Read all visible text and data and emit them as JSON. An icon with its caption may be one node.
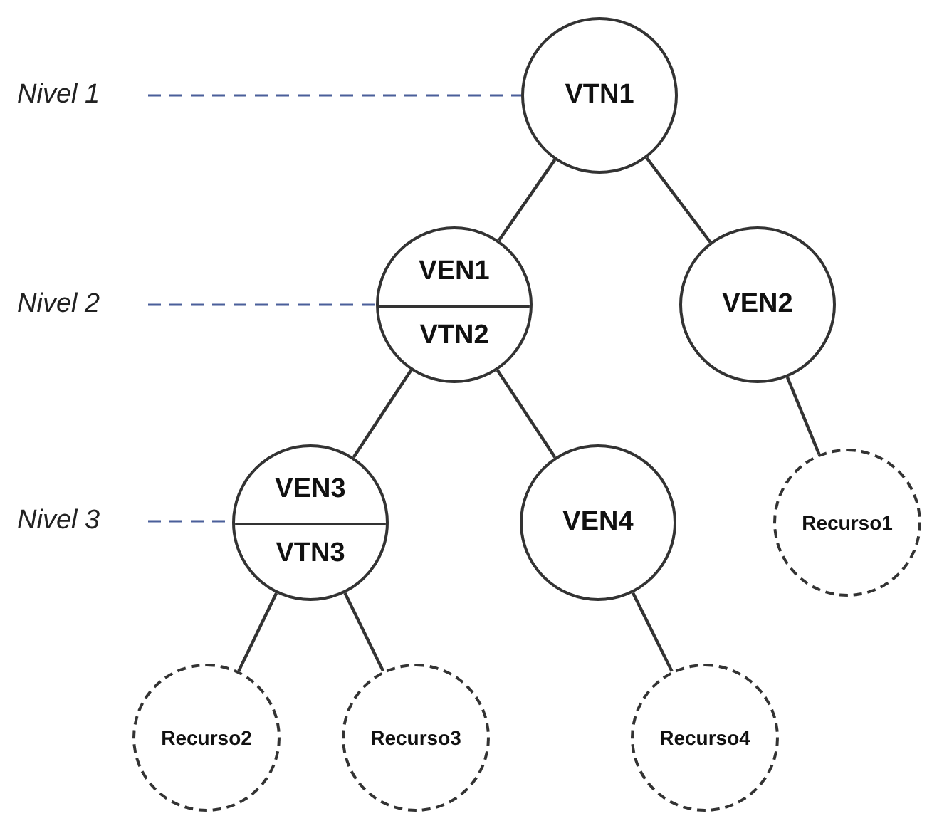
{
  "diagram": {
    "nodes": [
      {
        "text": [
          "Nivel 1"
        ]
      },
      {
        "text": [
          "VTN1"
        ]
      },
      {
        "text": [
          "Nivel 2"
        ]
      },
      {
        "text": [
          "VEN1",
          "VTN2"
        ]
      },
      {
        "text": [
          "VEN2"
        ]
      },
      {
        "text": [
          "Nivel 3"
        ]
      },
      {
        "text": [
          "VEN3",
          "VTN3"
        ]
      },
      {
        "text": [
          "VEN4"
        ]
      },
      {
        "text": [
          "Recurso1"
        ]
      },
      {
        "text": [
          "Recurso2"
        ]
      },
      {
        "text": [
          "Recurso3"
        ]
      },
      {
        "text": [
          "Recurso4"
        ]
      }
    ],
    "edges": [
      {
        "from": 0,
        "to": 1,
        "arrow": "none",
        "style": "dashed",
        "color": "#4a5f9a"
      },
      {
        "from": 2,
        "to": 3,
        "arrow": "none",
        "style": "dashed",
        "color": "#4a5f9a"
      },
      {
        "from": 5,
        "to": 6,
        "arrow": "none",
        "style": "dashed",
        "color": "#4a5f9a"
      },
      {
        "from": 1,
        "to": 3,
        "arrow": "none"
      },
      {
        "from": 1,
        "to": 4,
        "arrow": "none"
      },
      {
        "from": 3,
        "to": 6,
        "arrow": "none"
      },
      {
        "from": 3,
        "to": 7,
        "arrow": "none"
      },
      {
        "from": 4,
        "to": 8,
        "arrow": "none"
      },
      {
        "from": 6,
        "to": 9,
        "arrow": "none"
      },
      {
        "from": 6,
        "to": 10,
        "arrow": "none"
      },
      {
        "from": 7,
        "to": 11,
        "arrow": "none"
      }
    ]
  }
}
